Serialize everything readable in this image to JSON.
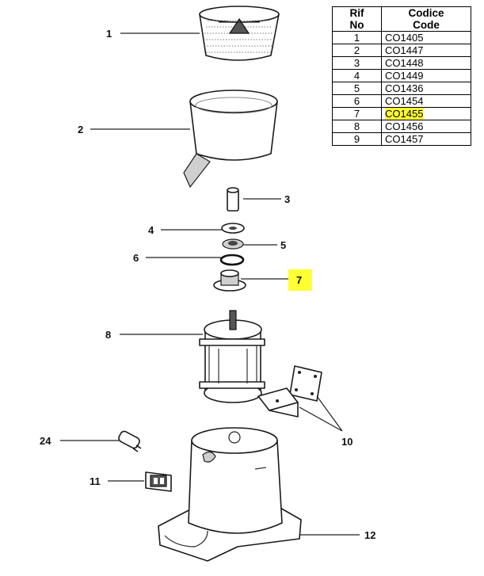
{
  "table": {
    "header_rif": [
      "Rif",
      "No"
    ],
    "header_code": [
      "Codice",
      "Code"
    ],
    "rows": [
      {
        "rif": "1",
        "code": "CO1405",
        "highlight": false
      },
      {
        "rif": "2",
        "code": "CO1447",
        "highlight": false
      },
      {
        "rif": "3",
        "code": "CO1448",
        "highlight": false
      },
      {
        "rif": "4",
        "code": "CO1449",
        "highlight": false
      },
      {
        "rif": "5",
        "code": "CO1436",
        "highlight": false
      },
      {
        "rif": "6",
        "code": "CO1454",
        "highlight": false
      },
      {
        "rif": "7",
        "code": "CO1455",
        "highlight": true
      },
      {
        "rif": "8",
        "code": "CO1456",
        "highlight": false
      },
      {
        "rif": "9",
        "code": "CO1457",
        "highlight": false
      }
    ]
  },
  "callouts": {
    "p1": "1",
    "p2": "2",
    "p3": "3",
    "p4": "4",
    "p5": "5",
    "p6": "6",
    "p7": "7",
    "p8": "8",
    "p10": "10",
    "p11": "11",
    "p12": "12",
    "p24": "24"
  },
  "colors": {
    "highlight": "#ffff33",
    "line": "#1a1a1a"
  }
}
